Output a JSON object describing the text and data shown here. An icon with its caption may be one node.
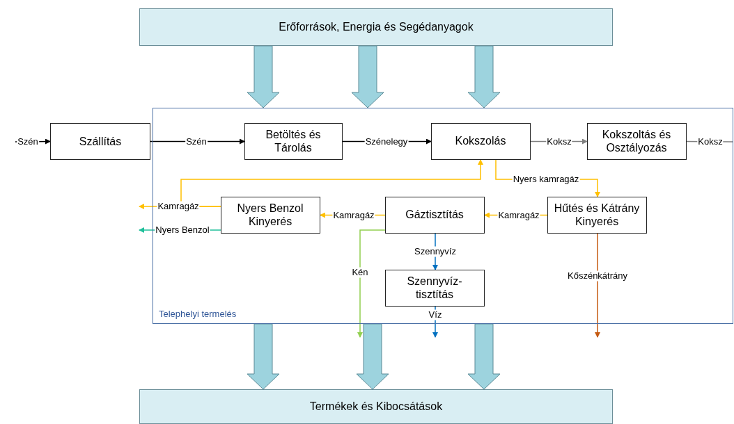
{
  "diagram": {
    "nodes": [
      {
        "text": [
          "Erőforrások, Energia és Segédanyagok"
        ]
      },
      {
        "text": [
          "Telephelyi termelés"
        ]
      },
      {
        "text": [
          "Szállítás"
        ]
      },
      {
        "text": [
          "Betöltés és Tárolás"
        ],
        "in": 1
      },
      {
        "text": [
          "Kokszolás"
        ],
        "in": 1
      },
      {
        "text": [
          "Kokszoltás és Osztályozás"
        ],
        "in": 1
      },
      {
        "text": [
          "Nyers Benzol Kinyerés"
        ],
        "in": 1
      },
      {
        "text": [
          "Gáztisztítás"
        ],
        "in": 1
      },
      {
        "text": [
          "Hűtés és Kátrány Kinyerés"
        ],
        "in": 1
      },
      {
        "text": [
          "Szennyvíz-tisztítás"
        ],
        "in": 1
      },
      {
        "text": [
          "Termékek és Kibocsátások"
        ]
      }
    ],
    "edges": [
      {
        "from": null,
        "to": 2,
        "arrow": "to",
        "label": "Szén",
        "color": "#000000"
      },
      {
        "from": 2,
        "to": 3,
        "arrow": "to",
        "label": "Szén",
        "color": "#000000"
      },
      {
        "from": 3,
        "to": 4,
        "arrow": "to",
        "label": "Szénelegy",
        "color": "#000000"
      },
      {
        "from": 4,
        "to": 5,
        "arrow": "to",
        "label": "Koksz",
        "color": "#808080"
      },
      {
        "from": 5,
        "to": null,
        "arrow": "none",
        "label": "Koksz",
        "color": "#808080"
      },
      {
        "from": 4,
        "to": 8,
        "arrow": "to",
        "label": "Nyers kamragáz",
        "color": "#ffc000"
      },
      {
        "from": 8,
        "to": 7,
        "arrow": "to",
        "label": "Kamragáz",
        "color": "#ffc000"
      },
      {
        "from": 7,
        "to": 6,
        "arrow": "to",
        "label": "Kamragáz",
        "color": "#ffc000"
      },
      {
        "from": 6,
        "to": null,
        "arrow": "to",
        "label": "Kamragáz",
        "color": "#ffc000"
      },
      {
        "from": 6,
        "to": 4,
        "arrow": "to",
        "color": "#ffc000"
      },
      {
        "from": 6,
        "to": null,
        "arrow": "to",
        "label": "Nyers Benzol",
        "color": "#1fbf9a"
      },
      {
        "from": 7,
        "to": null,
        "arrow": "to",
        "label": "Kén",
        "color": "#92d050"
      },
      {
        "from": 7,
        "to": 9,
        "arrow": "to",
        "label": "Szennyvíz",
        "color": "#0070c0"
      },
      {
        "from": 9,
        "to": null,
        "arrow": "to",
        "label": "Víz",
        "color": "#0070c0"
      },
      {
        "from": 8,
        "to": null,
        "arrow": "to",
        "label": "Kőszénkátrány",
        "color": "#c55a11"
      },
      {
        "from": 0,
        "to": 1,
        "arrow": "to",
        "style": "thick",
        "color": "#9dd3de"
      },
      {
        "from": 0,
        "to": 1,
        "arrow": "to",
        "style": "thick",
        "color": "#9dd3de"
      },
      {
        "from": 0,
        "to": 1,
        "arrow": "to",
        "style": "thick",
        "color": "#9dd3de"
      },
      {
        "from": 1,
        "to": 10,
        "arrow": "to",
        "style": "thick",
        "color": "#9dd3de"
      },
      {
        "from": 1,
        "to": 10,
        "arrow": "to",
        "style": "thick",
        "color": "#9dd3de"
      },
      {
        "from": 1,
        "to": 10,
        "arrow": "to",
        "style": "thick",
        "color": "#9dd3de"
      }
    ]
  }
}
